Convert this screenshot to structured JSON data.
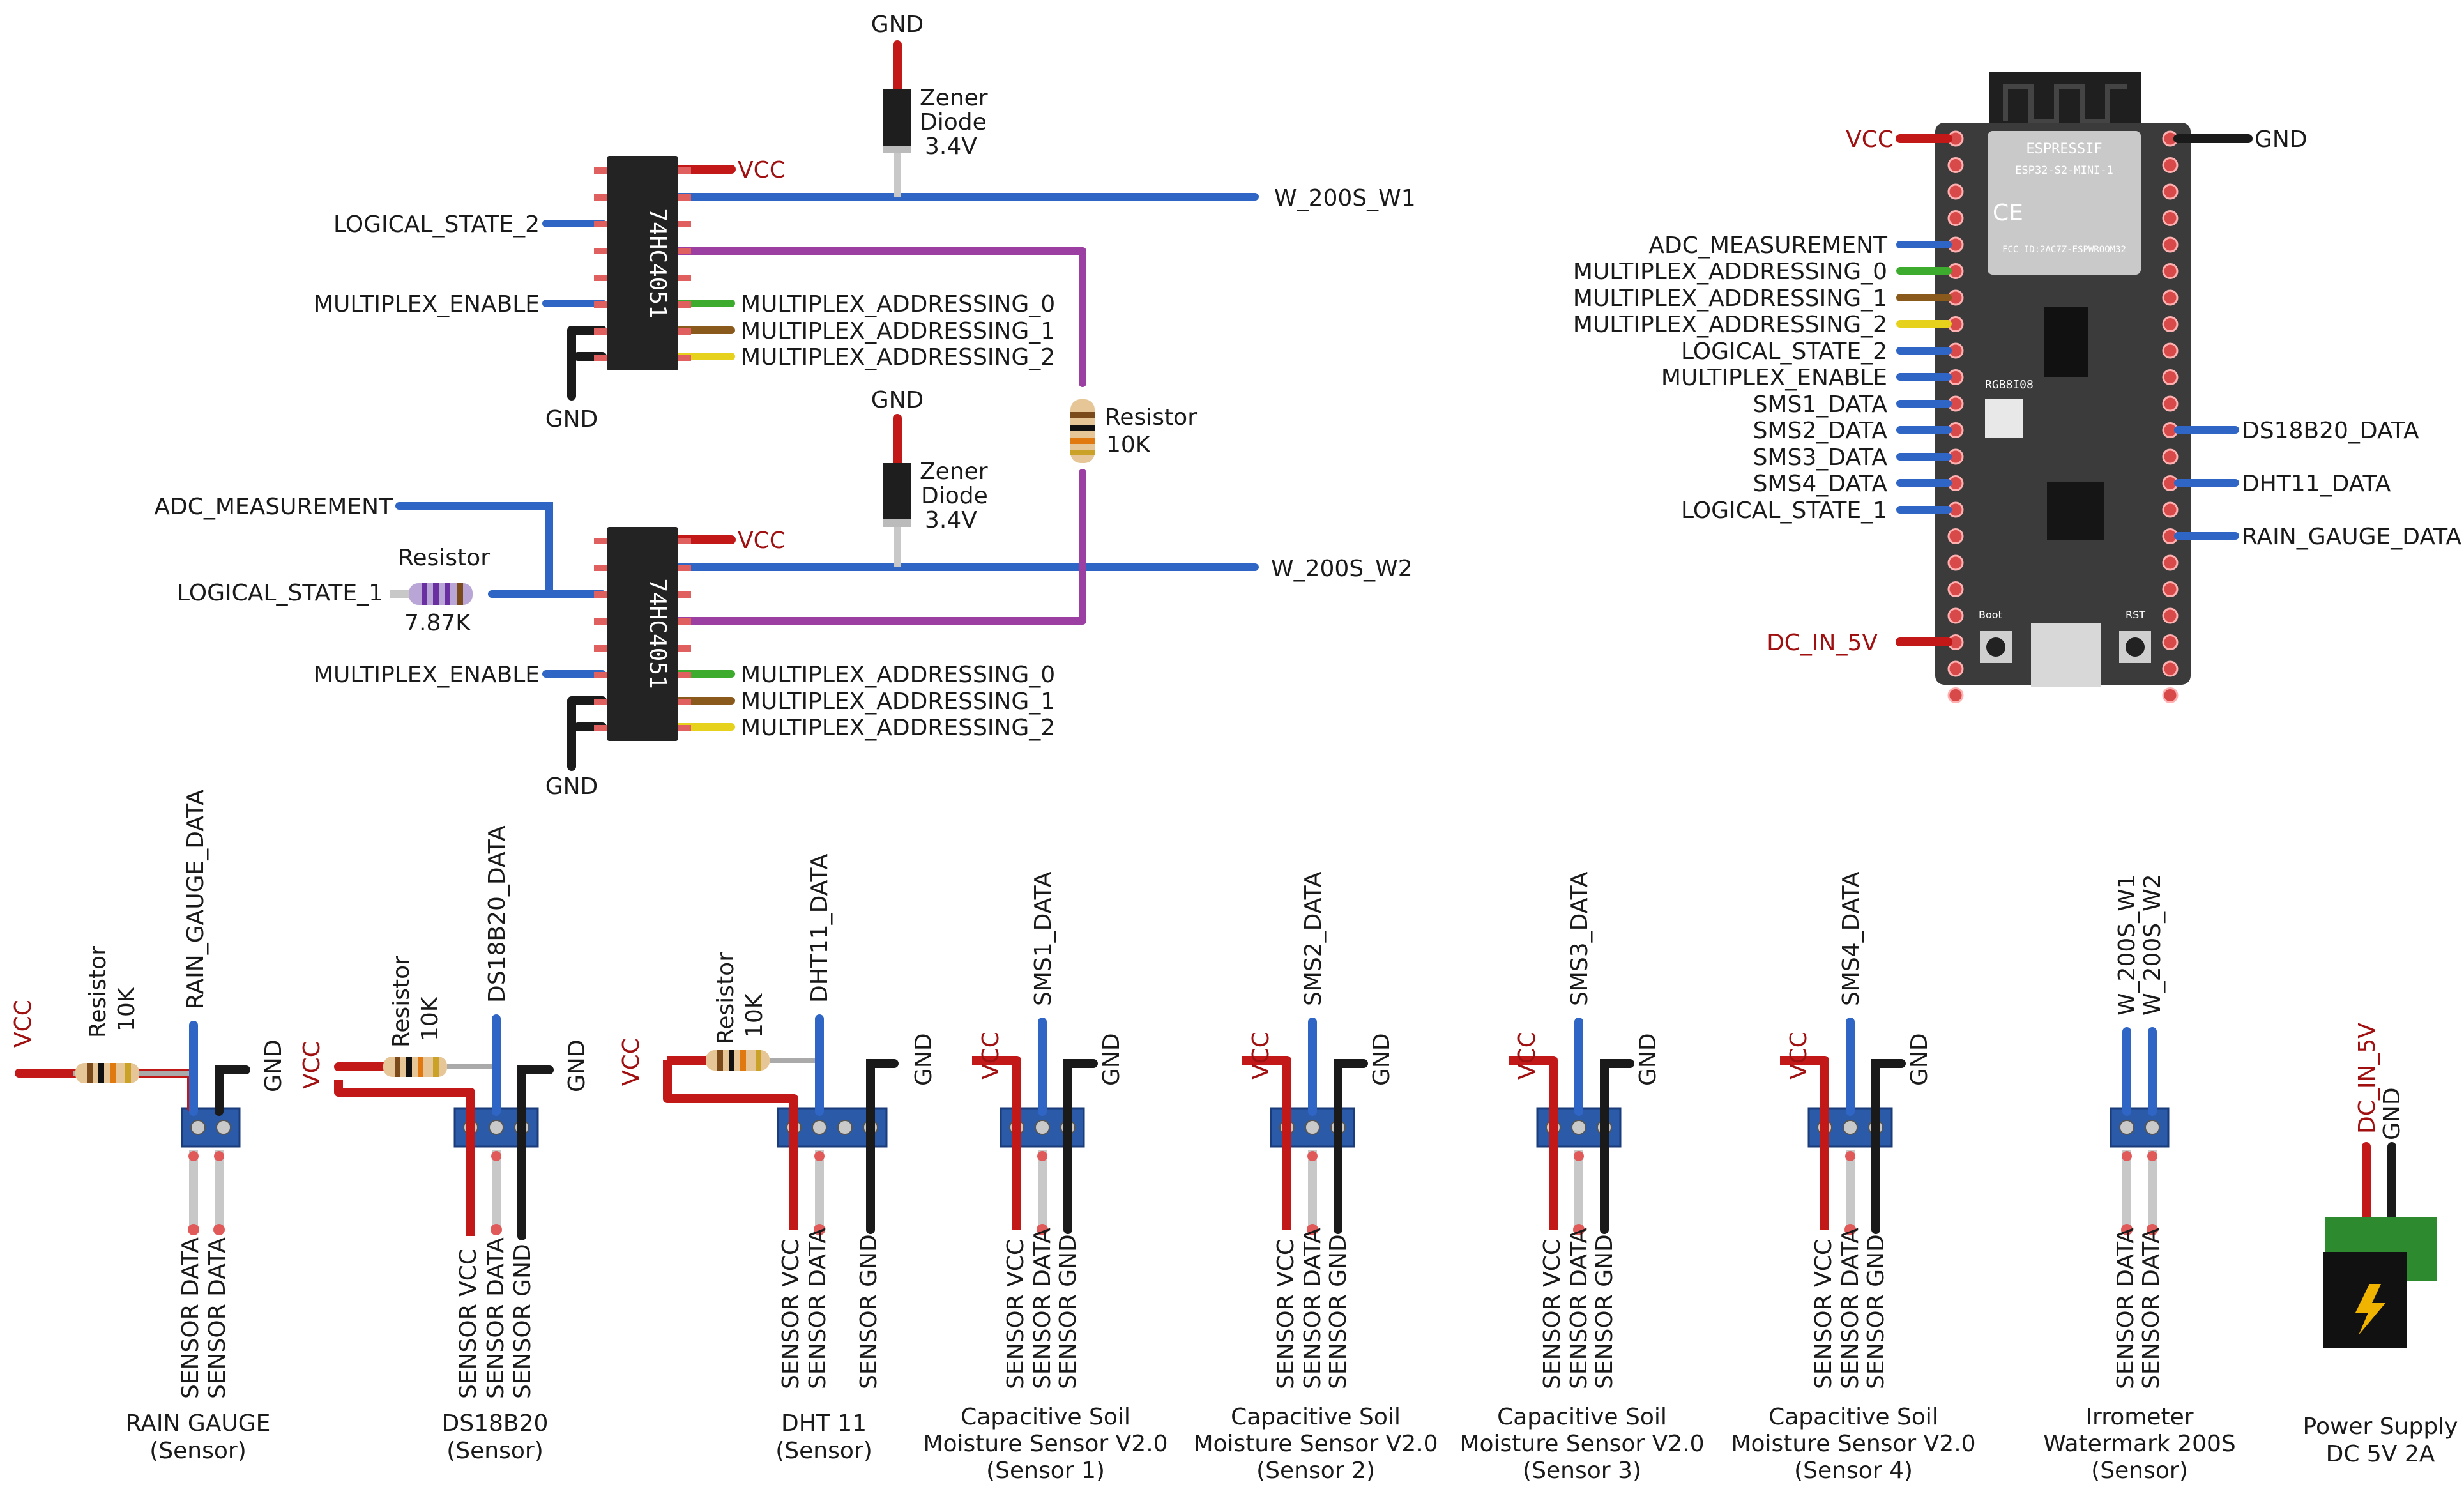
{
  "mux1": {
    "chip_label": "74HC4051",
    "vcc": "VCC",
    "logical_state": "LOGICAL_STATE_2",
    "enable": "MULTIPLEX_ENABLE",
    "addr0": "MULTIPLEX_ADDRESSING_0",
    "addr1": "MULTIPLEX_ADDRESSING_1",
    "addr2": "MULTIPLEX_ADDRESSING_2",
    "gnd": "GND",
    "output": "W_200S_W1"
  },
  "mux2": {
    "chip_label": "74HC4051",
    "vcc": "VCC",
    "adc": "ADC_MEASUREMENT",
    "logical_state": "LOGICAL_STATE_1",
    "resistor_label": "Resistor",
    "resistor_value": "7.87K",
    "enable": "MULTIPLEX_ENABLE",
    "addr0": "MULTIPLEX_ADDRESSING_0",
    "addr1": "MULTIPLEX_ADDRESSING_1",
    "addr2": "MULTIPLEX_ADDRESSING_2",
    "gnd": "GND",
    "output": "W_200S_W2"
  },
  "zener1": {
    "gnd": "GND",
    "line1": "Zener",
    "line2": "Diode",
    "line3": "3.4V"
  },
  "zener2": {
    "gnd": "GND",
    "line1": "Zener",
    "line2": "Diode",
    "line3": "3.4V"
  },
  "mid_resistor": {
    "label": "Resistor",
    "value": "10K"
  },
  "esp32": {
    "brand": "ESPRESSIF",
    "model": "ESP32-S2-MINI-1",
    "fcc": "FCC ID:2AC7Z-ESPWROOM32",
    "rgb_label": "RGB8I08",
    "boot_label": "Boot",
    "rst_label": "RST",
    "vcc": "VCC",
    "gnd": "GND",
    "dc_in": "DC_IN_5V",
    "left_pins": [
      "ADC_MEASUREMENT",
      "MULTIPLEX_ADDRESSING_0",
      "MULTIPLEX_ADDRESSING_1",
      "MULTIPLEX_ADDRESSING_2",
      "LOGICAL_STATE_2",
      "MULTIPLEX_ENABLE",
      "SMS1_DATA",
      "SMS2_DATA",
      "SMS3_DATA",
      "SMS4_DATA",
      "LOGICAL_STATE_1"
    ],
    "right_pins": [
      "DS18B20_DATA",
      "DHT11_DATA",
      "RAIN_GAUGE_DATA"
    ]
  },
  "sensors": {
    "rain": {
      "vcc": "VCC",
      "res_label": "Resistor",
      "res_value": "10K",
      "data": "RAIN_GAUGE_DATA",
      "gnd": "GND",
      "pin1": "SENSOR DATA",
      "pin2": "SENSOR DATA",
      "name1": "RAIN GAUGE",
      "name2": "(Sensor)"
    },
    "ds18b20": {
      "vcc": "VCC",
      "res_label": "Resistor",
      "res_value": "10K",
      "data": "DS18B20_DATA",
      "gnd": "GND",
      "pin1": "SENSOR VCC",
      "pin2": "SENSOR DATA",
      "pin3": "SENSOR GND",
      "name1": "DS18B20",
      "name2": "(Sensor)"
    },
    "dht11": {
      "vcc": "VCC",
      "res_label": "Resistor",
      "res_value": "10K",
      "data": "DHT11_DATA",
      "gnd": "GND",
      "pin1": "SENSOR VCC",
      "pin2": "SENSOR DATA",
      "pin3": "SENSOR GND",
      "name1": "DHT 11",
      "name2": "(Sensor)"
    },
    "sms1": {
      "vcc": "VCC",
      "data": "SMS1_DATA",
      "gnd": "GND",
      "pin1": "SENSOR VCC",
      "pin2": "SENSOR DATA",
      "pin3": "SENSOR GND",
      "name1": "Capacitive Soil",
      "name2": "Moisture Sensor V2.0",
      "name3": "(Sensor 1)"
    },
    "sms2": {
      "vcc": "VCC",
      "data": "SMS2_DATA",
      "gnd": "GND",
      "pin1": "SENSOR VCC",
      "pin2": "SENSOR DATA",
      "pin3": "SENSOR GND",
      "name1": "Capacitive Soil",
      "name2": "Moisture Sensor V2.0",
      "name3": "(Sensor 2)"
    },
    "sms3": {
      "vcc": "VCC",
      "data": "SMS3_DATA",
      "gnd": "GND",
      "pin1": "SENSOR VCC",
      "pin2": "SENSOR DATA",
      "pin3": "SENSOR GND",
      "name1": "Capacitive Soil",
      "name2": "Moisture Sensor V2.0",
      "name3": "(Sensor 3)"
    },
    "sms4": {
      "vcc": "VCC",
      "data": "SMS4_DATA",
      "gnd": "GND",
      "pin1": "SENSOR VCC",
      "pin2": "SENSOR DATA",
      "pin3": "SENSOR GND",
      "name1": "Capacitive Soil",
      "name2": "Moisture Sensor V2.0",
      "name3": "(Sensor 4)"
    },
    "irrometer": {
      "w1": "W_200S_W1",
      "w2": "W_200S_W2",
      "pin1": "SENSOR DATA",
      "pin2": "SENSOR DATA",
      "name1": "Irrometer",
      "name2": "Watermark 200S",
      "name3": "(Sensor)"
    },
    "power": {
      "dc": "DC_IN_5V",
      "gnd": "GND",
      "name1": "Power Supply",
      "name2": "DC 5V 2A"
    }
  },
  "colors": {
    "wire_blue": "#2f66c6",
    "wire_red": "#c21818",
    "wire_black": "#1a1a1a",
    "wire_purple": "#9b3fa3",
    "board": "#3a3a3a",
    "terminal": "#2a5aa8"
  }
}
